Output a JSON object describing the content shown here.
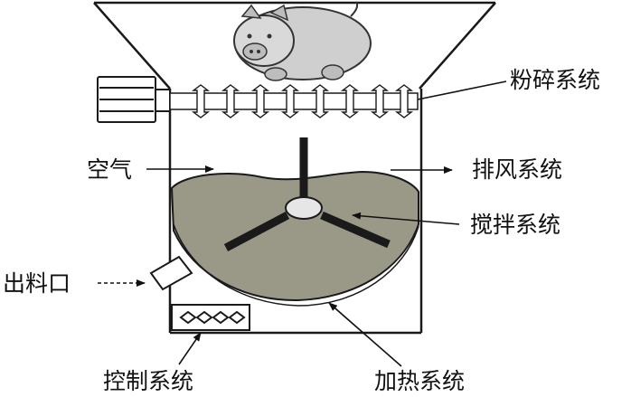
{
  "labels": {
    "crusher": "粉碎系统",
    "air": "空气",
    "exhaust": "排风系统",
    "stirrer": "搅拌系统",
    "outlet": "出料口",
    "control": "控制系统",
    "heater": "加热系统"
  },
  "colors": {
    "outline": "#1a1a1a",
    "material": "#9a9988",
    "pig": "#cfcfcf"
  },
  "icons": {
    "pig": "pig-icon",
    "motor": "motor-icon",
    "crusher": "crusher-blades-icon",
    "control_panel": "diamond-pattern-icon"
  }
}
